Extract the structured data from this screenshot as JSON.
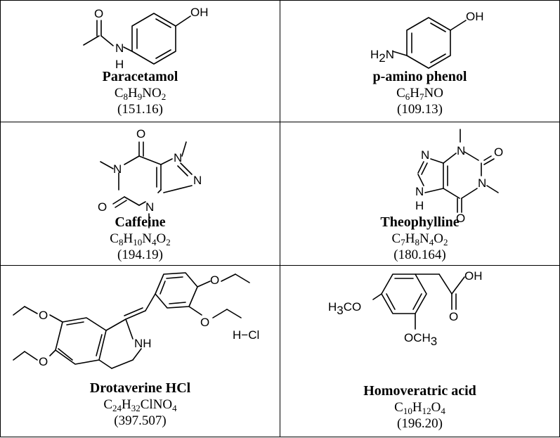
{
  "compounds": [
    {
      "name": "Paracetamol",
      "formula": [
        [
          "C",
          "8"
        ],
        [
          "H",
          "9"
        ],
        [
          "NO",
          "2"
        ]
      ],
      "mw": "(151.16)",
      "atoms": {
        "oh": "OH",
        "o": "O",
        "n": "N",
        "h": "H"
      }
    },
    {
      "name": "p-amino phenol",
      "formula": [
        [
          "C",
          "6"
        ],
        [
          "H",
          "7"
        ],
        [
          "NO",
          ""
        ]
      ],
      "mw": "(109.13)",
      "atoms": {
        "oh": "OH",
        "h2n": "H",
        "h2n_sub": "2",
        "h2n_n": "N"
      }
    },
    {
      "name": "Caffeine",
      "formula": [
        [
          "C",
          "8"
        ],
        [
          "H",
          "10"
        ],
        [
          "N",
          "4"
        ],
        [
          "O",
          "2"
        ]
      ],
      "mw": "(194.19)",
      "atoms": {
        "o1": "O",
        "o2": "O",
        "n1": "N",
        "n3": "N",
        "n7": "N",
        "n9": "N"
      }
    },
    {
      "name": "Theophylline",
      "formula": [
        [
          "C",
          "7"
        ],
        [
          "H",
          "8"
        ],
        [
          "N",
          "4"
        ],
        [
          "O",
          "2"
        ]
      ],
      "mw": "(180.164)",
      "atoms": {
        "o1": "O",
        "o2": "O",
        "n1": "N",
        "n3": "N",
        "n9": "N",
        "nh": "H",
        "nh_n": "N"
      }
    },
    {
      "name": "Drotaverine HCl",
      "formula": [
        [
          "C",
          "24"
        ],
        [
          "H",
          "32"
        ],
        [
          "ClNO",
          "4"
        ]
      ],
      "mw": "(397.507)",
      "atoms": {
        "o1": "O",
        "o2": "O",
        "o3": "O",
        "o4": "O",
        "nh": "NH",
        "hcl": "H−Cl"
      }
    },
    {
      "name": "Homoveratric acid",
      "formula": [
        [
          "C",
          "10"
        ],
        [
          "H",
          "12"
        ],
        [
          "O",
          "4"
        ]
      ],
      "mw": "(196.20)",
      "atoms": {
        "oh": "OH",
        "o": "O",
        "h3co": "H",
        "h3co_sub": "3",
        "h3co_co": "CO",
        "och3": "OCH",
        "och3_sub": "3"
      }
    }
  ]
}
